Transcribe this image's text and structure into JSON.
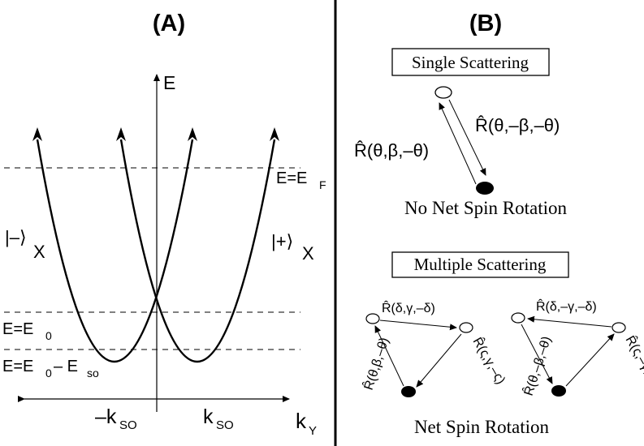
{
  "panel_a": {
    "title": "(A)",
    "energy_axis_label": "E",
    "momentum_axis_label": "k",
    "momentum_axis_sub": "Y",
    "fermi_level": {
      "lhs": "E=E",
      "sub": "F"
    },
    "band_bottom_level": {
      "lhs": "E=E",
      "sub": "0"
    },
    "lower_level": {
      "lhs": "E=E",
      "sub1": "0",
      "mid": " – E",
      "sub2": "so"
    },
    "left_band": {
      "ket": "|–⟩",
      "sub": "X"
    },
    "right_band": {
      "ket": "|+⟩",
      "sub": "X"
    },
    "neg_kso": {
      "main": "–k",
      "sub": "SO"
    },
    "pos_kso": {
      "main": "k",
      "sub": "SO"
    }
  },
  "panel_b": {
    "title": "(B)",
    "single": {
      "heading": "Single Scattering",
      "forward_label": "R̂(θ,β,–θ)",
      "backward_label": "R̂(θ,–β,–θ)",
      "caption": "No Net Spin Rotation"
    },
    "multiple": {
      "heading": "Multiple Scattering",
      "left_top_label": "R̂(δ,γ,–δ)",
      "left_left_label": "R̂(θ,β,–θ)",
      "left_right_label": "R̂(ς,γ,–ς)",
      "right_top_label": "R̂(δ,–γ,–δ)",
      "right_left_label": "R̂(θ,–β,–θ)",
      "right_right_label": "R̂(ς,–γ,–ς)",
      "caption": "Net Spin Rotation"
    }
  }
}
